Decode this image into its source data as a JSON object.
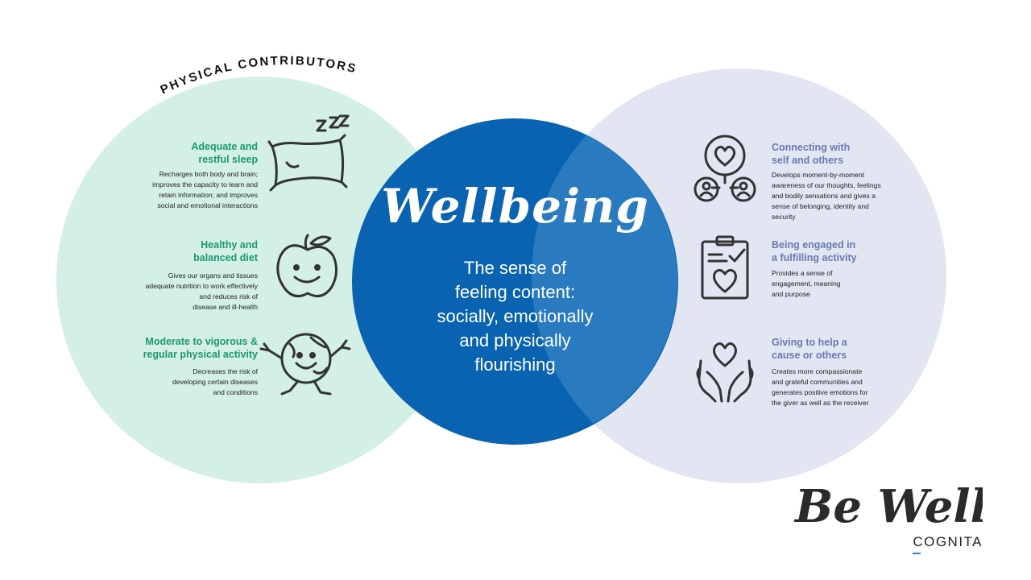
{
  "left": {
    "heading": "PHYSICAL CONTRIBUTORS",
    "items": [
      {
        "title": "Adequate and\nrestful sleep",
        "text": "Recharges both body and brain;\nimproves the capacity to learn and\nretain information; and improves\nsocial and emotional interactions",
        "icon": "pillow-icon"
      },
      {
        "title": "Healthy and\nbalanced diet",
        "text": "Gives our organs and tissues\nadequate nutrition to work effectively\nand reduces risk of\ndisease and ill-health",
        "icon": "apple-icon"
      },
      {
        "title": "Moderate to vigorous &\nregular physical activity",
        "text": "Decreases the risk of\ndeveloping certain diseases\nand conditions",
        "icon": "globe-runner-icon"
      }
    ]
  },
  "center": {
    "title": "Wellbeing",
    "text": "The sense of\nfeeling content:\nsocially, emotionally\nand physically\nflourishing"
  },
  "right": {
    "items": [
      {
        "title": "Connecting with\nself and others",
        "text": "Develops moment-by-moment\nawareness of our thoughts, feelings\nand bodily sensations and gives a\nsense of belonging, identity and\nsecurity",
        "icon": "heart-people-icon"
      },
      {
        "title": "Being engaged in\na fulfilling activity",
        "text": "Provides a sense of\nengagement, meaning\nand purpose",
        "icon": "clipboard-heart-icon"
      },
      {
        "title": "Giving to help a\ncause or others",
        "text": "Creates more compassionate\nand grateful communities and\ngenerates positive emotions for\nthe giver as well as the receiver",
        "icon": "hands-heart-icon"
      }
    ]
  },
  "brand": {
    "logo": "Be Well",
    "name": "COGNITA"
  },
  "colors": {
    "left_circle": "#d3efe6",
    "right_circle": "#e2e6f2",
    "center_circle": "#0a63b0",
    "left_heading": "#1b9a72",
    "right_heading": "#6a78b3"
  }
}
